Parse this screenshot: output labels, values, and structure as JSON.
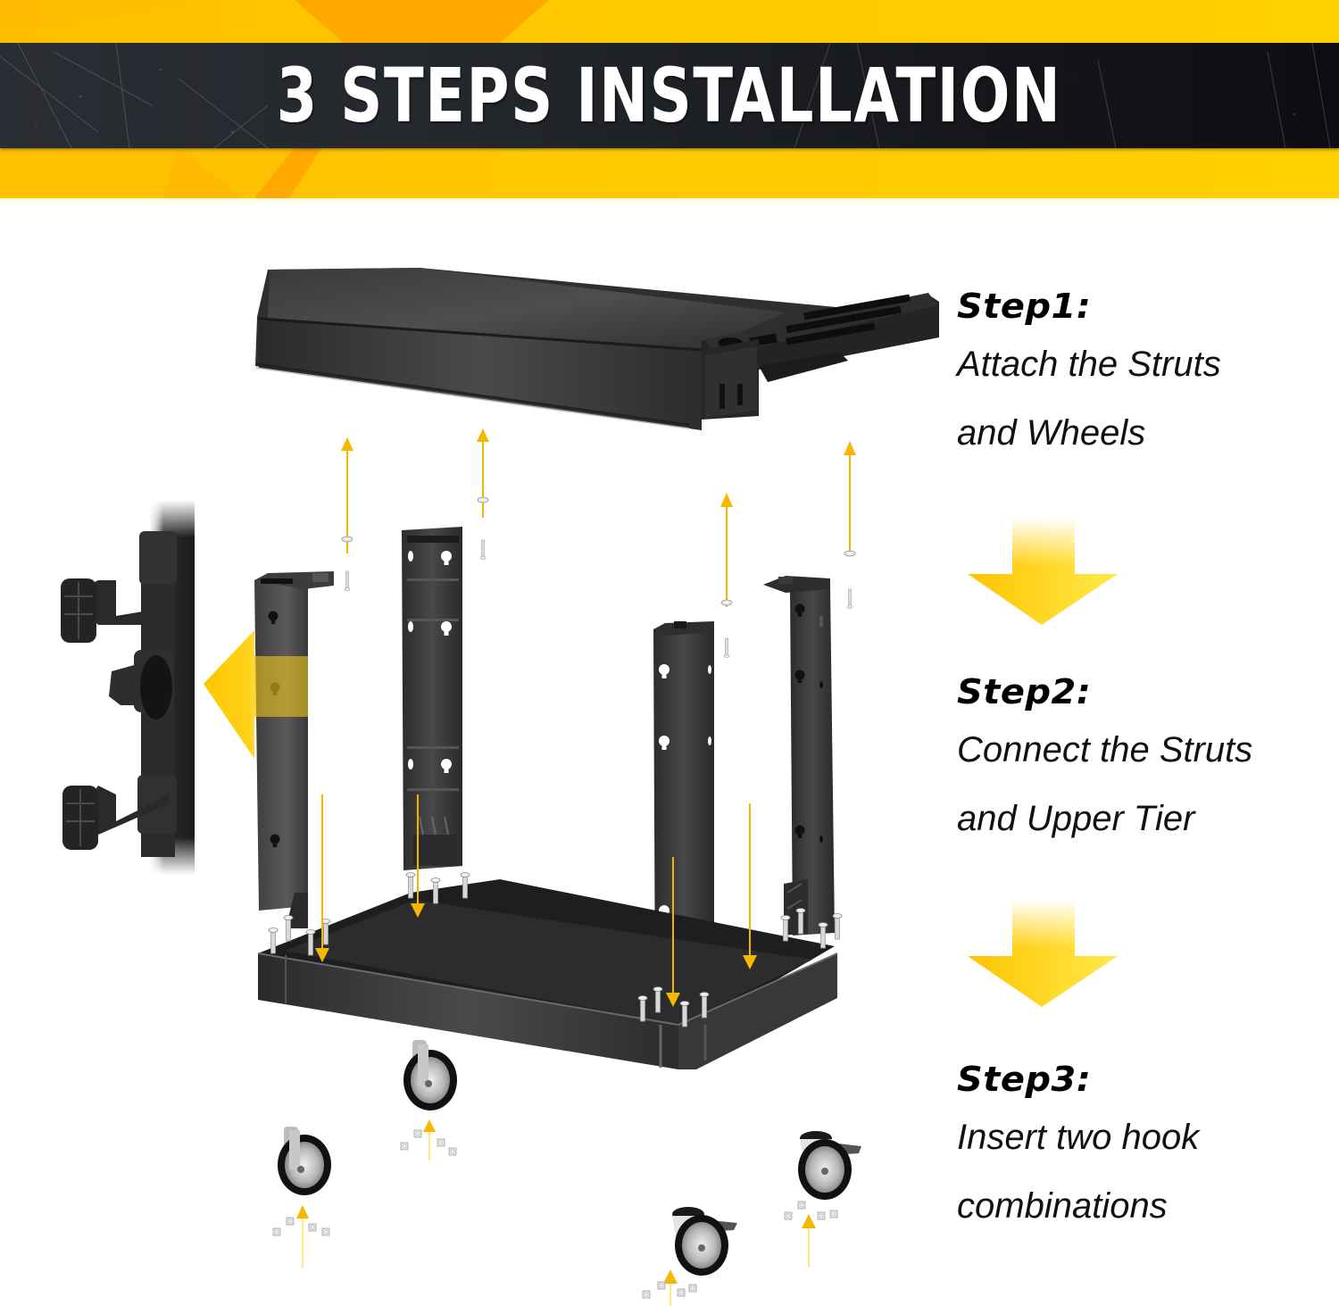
{
  "header": {
    "title": "3 STEPS INSTALLATION",
    "colors": {
      "banner_yellow": "#ffcc00",
      "banner_orange": "#ffa800",
      "bar_dark": "#1c1e22",
      "title_text": "#ffffff"
    }
  },
  "steps": [
    {
      "title": "Step1:",
      "lines": [
        "Attach the Struts",
        "and Wheels"
      ]
    },
    {
      "title": "Step2:",
      "lines": [
        "Connect the Struts",
        "and Upper Tier"
      ]
    },
    {
      "title": "Step3:",
      "lines": [
        "Insert two hook",
        "combinations"
      ]
    }
  ],
  "arrows": {
    "step_arrow_color": "#ffcc00",
    "guide_arrow_color": "#f5b800"
  },
  "illustration": {
    "components": [
      "upper-tier-tray",
      "strut-front-left",
      "strut-back-left",
      "strut-front-right",
      "strut-back-right",
      "lower-tier-tray",
      "hook-combination-detail",
      "caster-wheel-fixed-1",
      "caster-wheel-fixed-2",
      "caster-wheel-locking-1",
      "caster-wheel-locking-2"
    ]
  }
}
